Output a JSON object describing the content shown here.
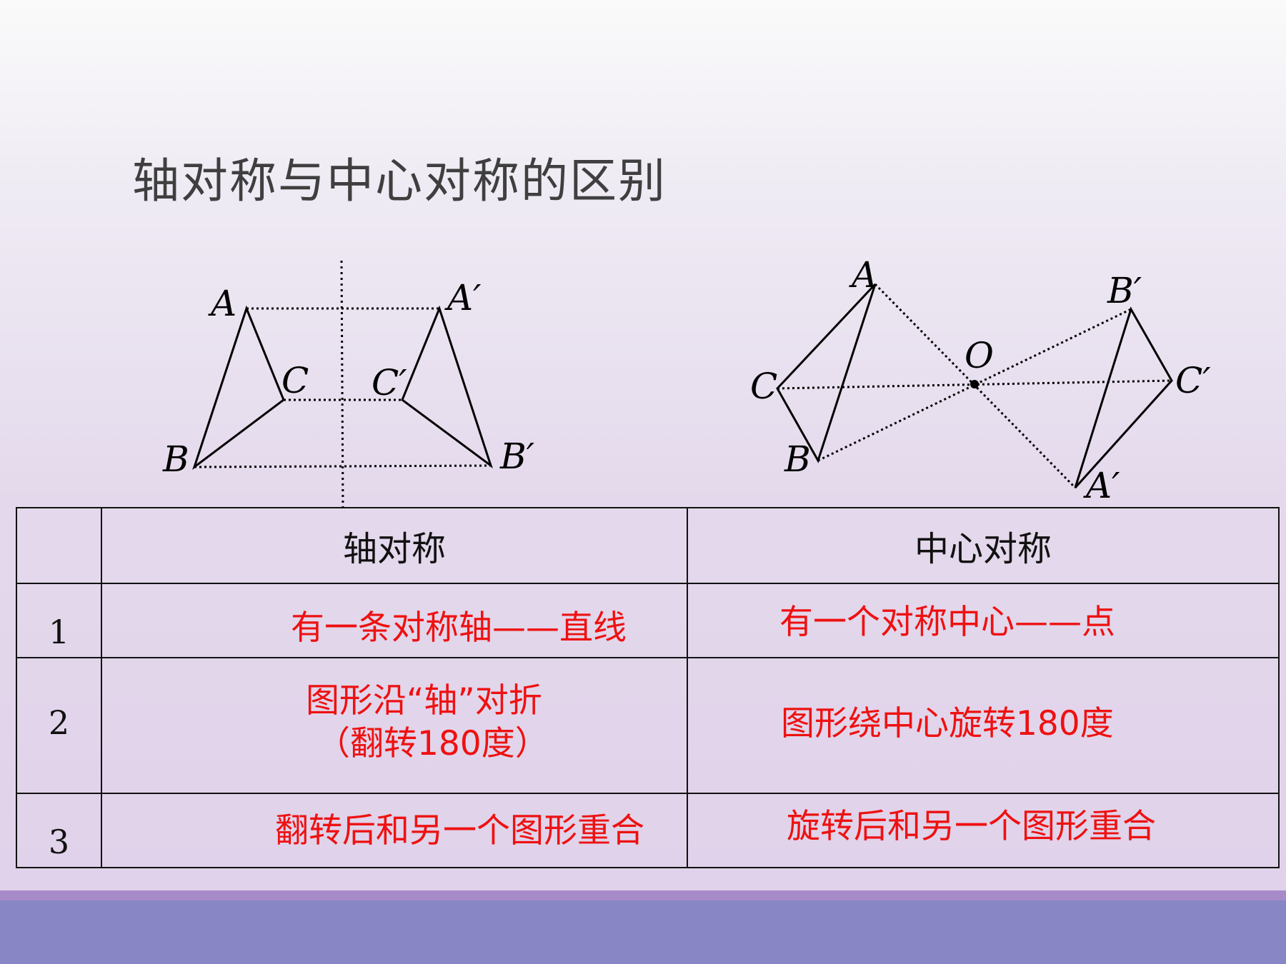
{
  "title": "轴对称与中心对称的区别",
  "figures": {
    "axis": {
      "A": "A",
      "B": "B",
      "C": "C",
      "A_prime": "A′",
      "B_prime": "B′",
      "C_prime": "C′"
    },
    "center": {
      "A": "A",
      "B": "B",
      "C": "C",
      "O": "O",
      "A_prime": "A′",
      "B_prime": "B′",
      "C_prime": "C′"
    }
  },
  "table": {
    "headers": [
      "",
      "轴对称",
      "中心对称"
    ],
    "rows": [
      {
        "num": "1",
        "axis": [
          "有一条对称轴——直线"
        ],
        "center": [
          "有一个对称中心——点"
        ]
      },
      {
        "num": "2",
        "axis": [
          "图形沿“轴”对折",
          "（翻转180度）"
        ],
        "center": [
          "图形绕中心旋转180度"
        ]
      },
      {
        "num": "3",
        "axis": [
          "翻转后和另一个图形重合"
        ],
        "center": [
          "旋转后和另一个图形重合"
        ]
      }
    ]
  },
  "colors": {
    "answer_text": "#ee1111",
    "footer_bar": "#8886c4",
    "footer_stripe": "#a78bc9"
  }
}
